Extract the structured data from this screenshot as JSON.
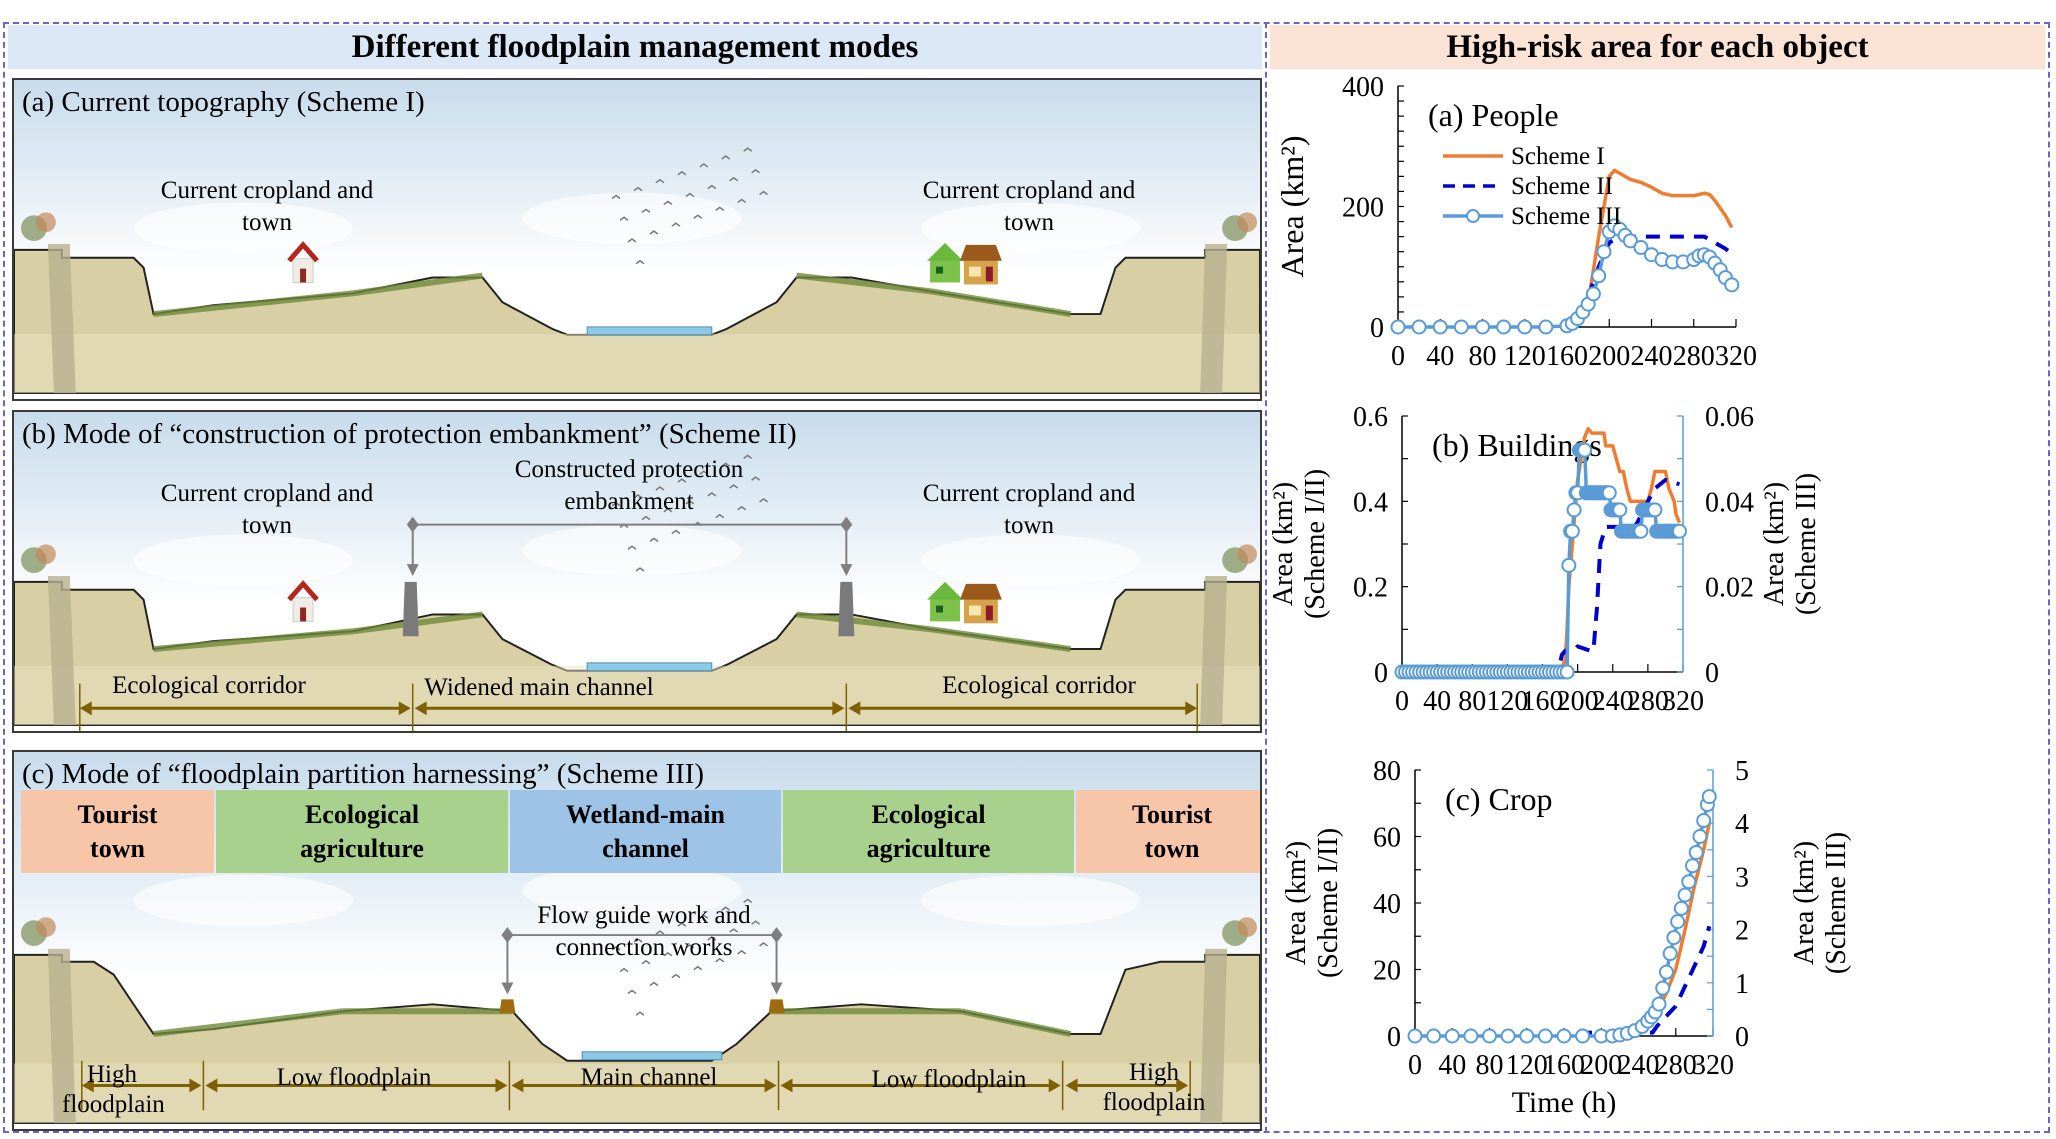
{
  "headers": {
    "left": "Different floodplain management modes",
    "right": "High-risk area for each object"
  },
  "panels": {
    "a": {
      "title": "(a) Current topography (Scheme I)",
      "left_label": [
        "Current cropland and",
        "town"
      ],
      "right_label": [
        "Current cropland and",
        "town"
      ]
    },
    "b": {
      "title": "(b) Mode of “construction of protection embankment” (Scheme II)",
      "left_label": [
        "Current cropland and",
        "town"
      ],
      "right_label": [
        "Current cropland and",
        "town"
      ],
      "embankment_label": [
        "Constructed protection",
        "embankment"
      ],
      "zones": [
        "Ecological corridor",
        "Widened main channel",
        "Ecological corridor"
      ]
    },
    "c": {
      "title": "(c) Mode of “floodplain partition harnessing” (Scheme III)",
      "bands": [
        {
          "label": [
            "Tourist",
            "town"
          ],
          "color": "#f7c6a8"
        },
        {
          "label": [
            "Ecological",
            "agriculture"
          ],
          "color": "#a9d18e"
        },
        {
          "label": [
            "Wetland-main",
            "channel"
          ],
          "color": "#9dc3e6"
        },
        {
          "label": [
            "Ecological",
            "agriculture"
          ],
          "color": "#a9d18e"
        },
        {
          "label": [
            "Tourist",
            "town"
          ],
          "color": "#f7c6a8"
        }
      ],
      "works_label": [
        "Flow guide work and",
        "connection works"
      ],
      "zones": [
        [
          "High",
          "floodplain"
        ],
        [
          "Low floodplain"
        ],
        [
          "Main channel"
        ],
        [
          "Low floodplain"
        ],
        [
          "High",
          "floodplain"
        ]
      ]
    }
  },
  "colors": {
    "scheme1": "#ed7d31",
    "scheme2": "#0000cc",
    "scheme3": "#5b9bd5",
    "arrow": "#7f6000",
    "soil": "#d8cfa4"
  },
  "chart_data": [
    {
      "type": "line",
      "title": "(a) People",
      "xlabel": "",
      "ylabel": "Area (km²)",
      "xlim": [
        0,
        320
      ],
      "ylim": [
        0,
        400
      ],
      "xticks": [
        0,
        40,
        80,
        120,
        160,
        200,
        240,
        280,
        320
      ],
      "yticks": [
        0,
        200,
        400
      ],
      "legend": {
        "position": "top-left",
        "entries": [
          "Scheme I",
          "Scheme II",
          "Scheme III"
        ]
      },
      "series": [
        {
          "name": "Scheme I",
          "axis": "left",
          "x": [
            180,
            190,
            200,
            205,
            210,
            220,
            230,
            240,
            250,
            260,
            270,
            280,
            290,
            295,
            300,
            310,
            316
          ],
          "y": [
            40,
            150,
            250,
            260,
            255,
            245,
            240,
            232,
            222,
            218,
            218,
            218,
            222,
            220,
            210,
            185,
            165
          ]
        },
        {
          "name": "Scheme II",
          "axis": "left",
          "x": [
            180,
            190,
            200,
            205,
            210,
            225,
            240,
            260,
            280,
            290,
            300,
            310,
            316
          ],
          "y": [
            50,
            100,
            140,
            145,
            148,
            150,
            150,
            150,
            150,
            150,
            140,
            130,
            122
          ]
        },
        {
          "name": "Scheme III",
          "axis": "left",
          "x": [
            0,
            20,
            40,
            60,
            80,
            100,
            120,
            140,
            160,
            165,
            170,
            175,
            180,
            185,
            190,
            195,
            200,
            205,
            210,
            215,
            220,
            230,
            240,
            250,
            260,
            270,
            280,
            285,
            290,
            295,
            300,
            305,
            310,
            316
          ],
          "y": [
            0,
            0,
            0,
            0,
            0,
            0,
            0,
            0,
            2,
            6,
            14,
            25,
            38,
            55,
            85,
            125,
            158,
            168,
            162,
            152,
            143,
            132,
            120,
            112,
            108,
            108,
            112,
            118,
            120,
            116,
            106,
            95,
            82,
            70
          ]
        }
      ]
    },
    {
      "type": "line",
      "title": "(b) Buildings",
      "xlabel": "",
      "ylabel": "Area (km²) (Scheme I/II)",
      "ylabel_right": "Area (km²) (Scheme III)",
      "xlim": [
        0,
        320
      ],
      "ylim": [
        0,
        0.6
      ],
      "ylim_right": [
        0,
        0.06
      ],
      "xticks": [
        0,
        40,
        80,
        120,
        160,
        200,
        240,
        280,
        320
      ],
      "yticks": [
        0,
        0.2,
        0.4,
        0.6
      ],
      "yticks_right": [
        0,
        0.02,
        0.04,
        0.06
      ],
      "series": [
        {
          "name": "Scheme I",
          "axis": "left",
          "x": [
            0,
            178,
            182,
            186,
            188,
            190,
            194,
            198,
            200,
            204,
            208,
            212,
            216,
            220,
            230,
            232,
            240,
            244,
            248,
            252,
            256,
            260,
            264,
            268,
            272,
            280,
            284,
            288,
            290,
            300,
            304,
            310,
            312,
            316
          ],
          "y": [
            0,
            0,
            0.01,
            0.03,
            0.1,
            0.2,
            0.3,
            0.4,
            0.45,
            0.5,
            0.55,
            0.57,
            0.56,
            0.56,
            0.56,
            0.53,
            0.53,
            0.5,
            0.47,
            0.47,
            0.43,
            0.4,
            0.4,
            0.4,
            0.4,
            0.4,
            0.43,
            0.47,
            0.47,
            0.47,
            0.43,
            0.4,
            0.37,
            0.35
          ]
        },
        {
          "name": "Scheme II",
          "axis": "left",
          "x": [
            0,
            178,
            182,
            186,
            196,
            200,
            214,
            218,
            222,
            226,
            232,
            250,
            264,
            268,
            280,
            288,
            300,
            316
          ],
          "y": [
            0,
            0,
            0.04,
            0.05,
            0.05,
            0.06,
            0.05,
            0.05,
            0.15,
            0.3,
            0.34,
            0.34,
            0.34,
            0.35,
            0.4,
            0.43,
            0.45,
            0.44
          ]
        },
        {
          "name": "Scheme III",
          "axis": "right",
          "x": [
            0,
            4,
            8,
            12,
            16,
            20,
            24,
            28,
            32,
            36,
            40,
            44,
            48,
            52,
            56,
            60,
            64,
            68,
            72,
            76,
            80,
            84,
            88,
            92,
            96,
            100,
            104,
            108,
            112,
            116,
            120,
            124,
            128,
            132,
            136,
            140,
            144,
            148,
            152,
            156,
            160,
            164,
            168,
            172,
            176,
            180,
            184,
            188,
            190,
            192,
            194,
            196,
            198,
            200,
            202,
            204,
            206,
            208,
            210,
            212,
            214,
            216,
            218,
            220,
            222,
            224,
            226,
            228,
            230,
            232,
            234,
            236,
            238,
            240,
            242,
            244,
            246,
            248,
            250,
            252,
            254,
            256,
            258,
            260,
            262,
            264,
            266,
            268,
            270,
            272,
            274,
            276,
            278,
            280,
            282,
            284,
            286,
            288,
            290,
            292,
            294,
            296,
            298,
            300,
            302,
            304,
            306,
            308,
            310,
            312,
            314,
            316
          ],
          "y": [
            0,
            0,
            0,
            0,
            0,
            0,
            0,
            0,
            0,
            0,
            0,
            0,
            0,
            0,
            0,
            0,
            0,
            0,
            0,
            0,
            0,
            0,
            0,
            0,
            0,
            0,
            0,
            0,
            0,
            0,
            0,
            0,
            0,
            0,
            0,
            0,
            0,
            0,
            0,
            0,
            0,
            0,
            0,
            0,
            0,
            0,
            0,
            0,
            0.025,
            0.033,
            0.033,
            0.038,
            0.042,
            0.042,
            0.052,
            0.052,
            0.052,
            0.052,
            0.042,
            0.042,
            0.042,
            0.042,
            0.042,
            0.042,
            0.042,
            0.042,
            0.042,
            0.042,
            0.042,
            0.042,
            0.042,
            0.042,
            0.038,
            0.038,
            0.038,
            0.038,
            0.038,
            0.038,
            0.033,
            0.033,
            0.033,
            0.033,
            0.033,
            0.033,
            0.033,
            0.033,
            0.033,
            0.033,
            0.033,
            0.033,
            0.038,
            0.038,
            0.038,
            0.038,
            0.038,
            0.038,
            0.038,
            0.038,
            0.033,
            0.033,
            0.033,
            0.033,
            0.033,
            0.033,
            0.033,
            0.033,
            0.033,
            0.033,
            0.033,
            0.033,
            0.033,
            0.033
          ]
        }
      ]
    },
    {
      "type": "line",
      "title": "(c) Crop",
      "xlabel": "Time (h)",
      "ylabel": "Area (km²) (Scheme I/II)",
      "ylabel_right": "Area (km²) (Scheme III)",
      "xlim": [
        0,
        320
      ],
      "ylim": [
        0,
        80
      ],
      "ylim_right": [
        0,
        5
      ],
      "xticks": [
        0,
        40,
        80,
        120,
        160,
        200,
        240,
        280,
        320
      ],
      "yticks": [
        0,
        20,
        40,
        60,
        80
      ],
      "yticks_right": [
        0,
        1,
        2,
        3,
        4,
        5
      ],
      "series": [
        {
          "name": "Scheme I",
          "axis": "left",
          "x": [
            260,
            270,
            280,
            290,
            300,
            310,
            316
          ],
          "y": [
            7,
            13,
            20,
            32,
            45,
            56,
            64
          ]
        },
        {
          "name": "Scheme II",
          "axis": "left",
          "x": [
            175,
            190,
            200,
            215,
            240,
            255,
            260,
            270,
            280,
            290,
            300,
            310,
            316
          ],
          "y": [
            1,
            1,
            1,
            1,
            1,
            1,
            3,
            6,
            9,
            15,
            21,
            27,
            33
          ]
        },
        {
          "name": "Scheme III",
          "axis": "right",
          "x": [
            0,
            20,
            40,
            60,
            80,
            100,
            120,
            140,
            160,
            180,
            200,
            212,
            220,
            228,
            236,
            244,
            250,
            254,
            258,
            262,
            266,
            270,
            274,
            278,
            282,
            286,
            290,
            294,
            298,
            302,
            306,
            310,
            314,
            316
          ],
          "y": [
            0,
            0,
            0,
            0,
            0,
            0,
            0,
            0,
            0,
            0,
            0,
            0,
            0.02,
            0.05,
            0.1,
            0.18,
            0.28,
            0.36,
            0.45,
            0.6,
            0.9,
            1.2,
            1.55,
            1.85,
            2.15,
            2.4,
            2.65,
            2.9,
            3.2,
            3.45,
            3.75,
            4.05,
            4.35,
            4.5
          ]
        }
      ]
    }
  ]
}
